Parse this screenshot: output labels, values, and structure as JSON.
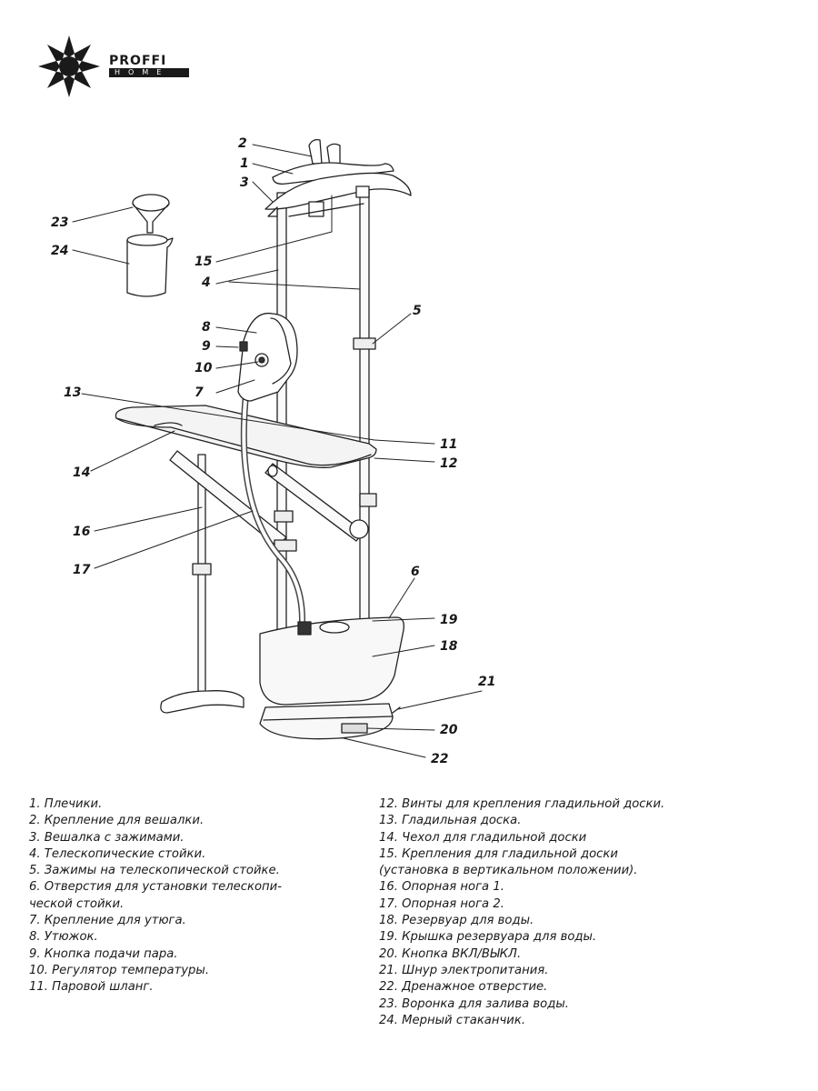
{
  "logo": {
    "brand": "PROFFI",
    "sub": "HOME"
  },
  "callouts": {
    "c1": "1",
    "c2": "2",
    "c3": "3",
    "c4": "4",
    "c5": "5",
    "c6": "6",
    "c7": "7",
    "c8": "8",
    "c9": "9",
    "c10": "10",
    "c11": "11",
    "c12": "12",
    "c13": "13",
    "c14": "14",
    "c15": "15",
    "c16": "16",
    "c17": "17",
    "c18": "18",
    "c19": "19",
    "c20": "20",
    "c21": "21",
    "c22": "22",
    "c23": "23",
    "c24": "24"
  },
  "legend_left": [
    "1. Плечики.",
    "2. Крепление для вешалки.",
    "3. Вешалка с зажимами.",
    "4. Телескопические стойки.",
    "5. Зажимы на телескопической стойке.",
    "6. Отверстия для установки телескопи-",
    "ческой стойки.",
    "7. Крепление для утюга.",
    "8. Утюжок.",
    "9. Кнопка подачи пара.",
    "10. Регулятор температуры.",
    "11. Паровой шланг."
  ],
  "legend_right": [
    "12. Винты для крепления гладильной доски.",
    "13. Гладильная доска.",
    "14. Чехол для гладильной доски",
    "15. Крепления для гладильной доски",
    "(установка в вертикальном положении).",
    "16. Опорная нога 1.",
    "17. Опорная нога 2.",
    "18. Резервуар для воды.",
    "19. Крышка резервуара для воды.",
    "20. Кнопка ВКЛ/ВЫКЛ.",
    "21. Шнур электропитания.",
    "22. Дренажное отверстие.",
    "23. Воронка для залива воды.",
    "24. Мерный стаканчик."
  ]
}
